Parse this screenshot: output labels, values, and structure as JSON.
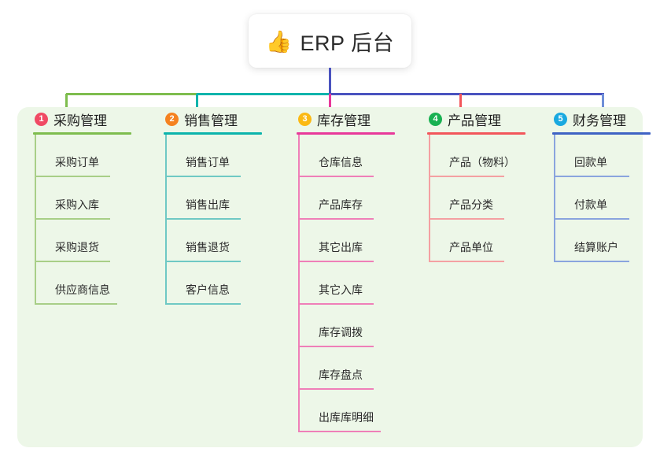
{
  "root": {
    "icon": "thumbs-up-icon",
    "icon_glyph": "👍",
    "title": "ERP 后台"
  },
  "panel": {
    "background": "#edf7e8"
  },
  "columns": [
    {
      "number": "1",
      "title": "采购管理",
      "badge_color": "#f04a64",
      "accent": "#7ebd4e",
      "leaf_accent": "#a8cf87",
      "items": [
        "采购订单",
        "采购入库",
        "采购退货",
        "供应商信息"
      ]
    },
    {
      "number": "2",
      "title": "销售管理",
      "badge_color": "#f58220",
      "accent": "#0cb4ac",
      "leaf_accent": "#6fc9c4",
      "items": [
        "销售订单",
        "销售出库",
        "销售退货",
        "客户信息"
      ]
    },
    {
      "number": "3",
      "title": "库存管理",
      "badge_color": "#fbb914",
      "accent": "#e8399a",
      "leaf_accent": "#ef7fb8",
      "items": [
        "仓库信息",
        "产品库存",
        "其它出库",
        "其它入库",
        "库存调拨",
        "库存盘点",
        "出库库明细"
      ]
    },
    {
      "number": "4",
      "title": "产品管理",
      "badge_color": "#19b152",
      "accent": "#f2565b",
      "leaf_accent": "#f4a0a2",
      "items": [
        "产品（物料）",
        "产品分类",
        "产品单位"
      ]
    },
    {
      "number": "5",
      "title": "财务管理",
      "badge_color": "#19a9e0",
      "accent": "#3f63c4",
      "leaf_accent": "#8aa4de",
      "items": [
        "回款单",
        "付款单",
        "结算账户"
      ]
    }
  ],
  "connectors": {
    "trunk_color": "#4a53bf",
    "segment_1_color": "#7ebd4e",
    "segment_2_color": "#0cb4ac",
    "segment_3_color": "#4a53bf",
    "drop_1_color": "#7ebd4e",
    "drop_2_color": "#0cb4ac",
    "drop_3_color": "#e8399a",
    "drop_4_color": "#f2565b",
    "drop_5_color": "#6f8fd8"
  }
}
